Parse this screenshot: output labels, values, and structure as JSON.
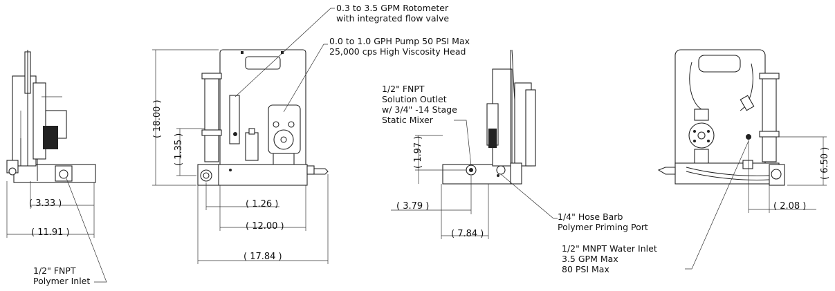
{
  "callouts": {
    "rotometer_line1": "0.3 to 3.5 GPM Rotometer",
    "rotometer_line2": "with integrated flow valve",
    "pump_line1": "0.0 to 1.0 GPH Pump 50 PSI Max",
    "pump_line2": "25,000 cps High Viscosity Head",
    "outlet_line1": "1/2\" FNPT",
    "outlet_line2": "Solution Outlet",
    "outlet_line3": "w/ 3/4\" -14 Stage",
    "outlet_line4": "Static Mixer",
    "barb_line1": "1/4\" Hose Barb",
    "barb_line2": "Polymer Priming Port",
    "water_line1": "1/2\" MNPT Water Inlet",
    "water_line2": "3.5 GPM Max",
    "water_line3": "80 PSI Max",
    "polymer_line1": "1/2\" FNPT",
    "polymer_line2": "Polymer Inlet"
  },
  "dimensions": {
    "left_3_33": "( 3.33 )",
    "left_11_91": "( 11.91 )",
    "front_18_00": "( 18.00 )",
    "front_1_35": "( 1.35 )",
    "front_1_26": "( 1.26 )",
    "front_12_00": "( 12.00 )",
    "front_17_84": "( 17.84 )",
    "right_1_97": "( 1.97 )",
    "right_3_79": "( 3.79 )",
    "right_7_84": "( 7.84 )",
    "rear_6_50": "( 6.50 )",
    "rear_2_08": "( 2.08 )"
  }
}
